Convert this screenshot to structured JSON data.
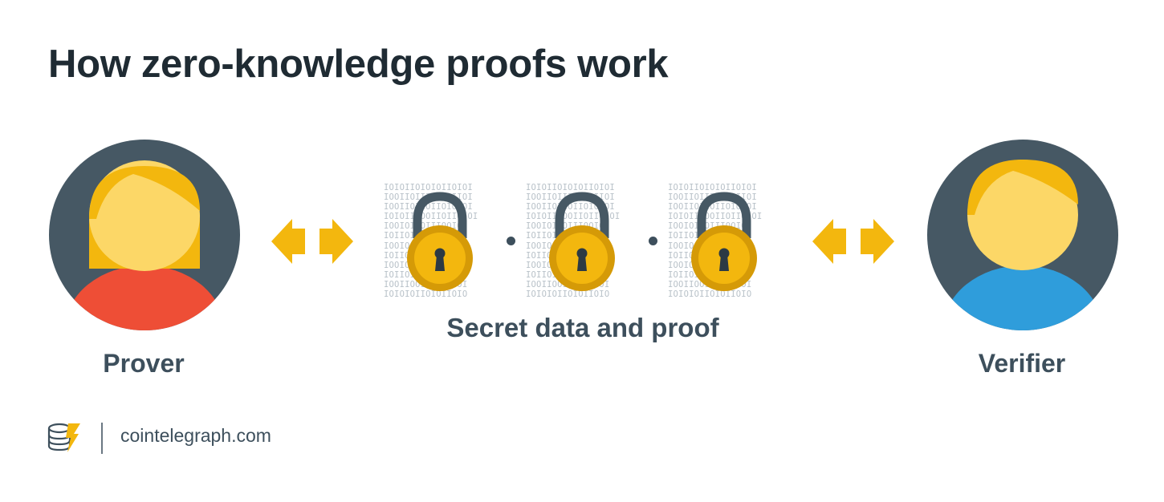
{
  "title": "How zero-knowledge proofs work",
  "prover": {
    "label": "Prover"
  },
  "verifier": {
    "label": "Verifier"
  },
  "center": {
    "caption": "Secret data and proof",
    "binary_text": "IOIOIIOIOIOIIOIOI\nIOOIIOIIIOOIOIIOI\nIOOIIOIIOIIOIOIOI\nIOIOIIIOOIIOIIOIOI\nIOOIOIIOIIIOOIOI\nIOIIOIIOIOIIOIOI\nIOOIOOIIOIOIIOIO\nIOIIOIIOOIOIIOIO\nIOOIOIIOIIOIOIIO\nIOIIOIOIIOIOIIOI\nIOOIIOOIIOIOIIOI\nIOIOIOIIOIOIIOIO"
  },
  "brand": {
    "text": "cointelegraph.com"
  },
  "colors": {
    "dark_slate": "#465864",
    "gold": "#f3b70e",
    "skin": "#fcd767",
    "prover_shirt": "#ee4e36",
    "verifier_shirt": "#2f9ddb",
    "lock_body": "#f3b70e",
    "lock_rim": "#d59a07",
    "text_dark": "#1f2b33",
    "text_slate": "#3d4f5c"
  }
}
